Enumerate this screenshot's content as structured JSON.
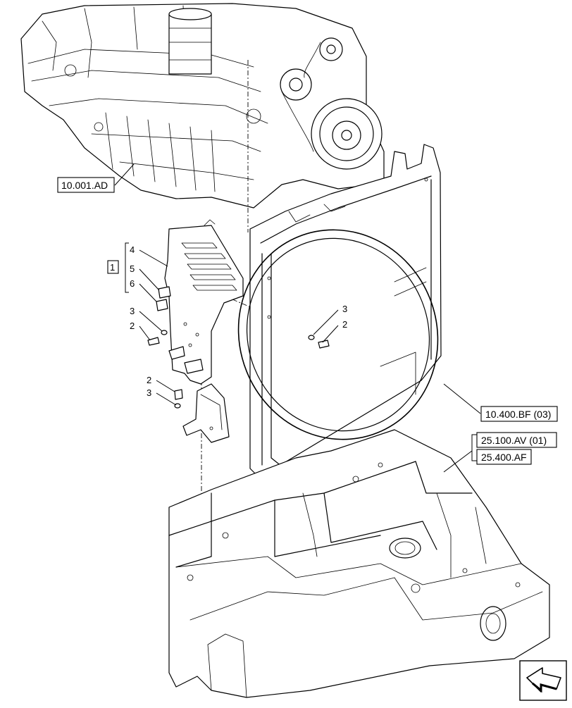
{
  "references": {
    "engine": "10.001.AD",
    "radiator_frame": "10.400.BF (03)",
    "front_support_1": "25.100.AV (01)",
    "front_support_2": "25.400.AF"
  },
  "callouts": {
    "kit": "1",
    "shroud_plate": "4",
    "clip_a": "5",
    "clip_b": "6",
    "washer_upper_left": "3",
    "bolt_upper_left": "2",
    "washer_right": "3",
    "bolt_right": "2",
    "bolt_lower": "2",
    "washer_lower": "3"
  },
  "icons": {
    "direction": "arrow-icon"
  }
}
